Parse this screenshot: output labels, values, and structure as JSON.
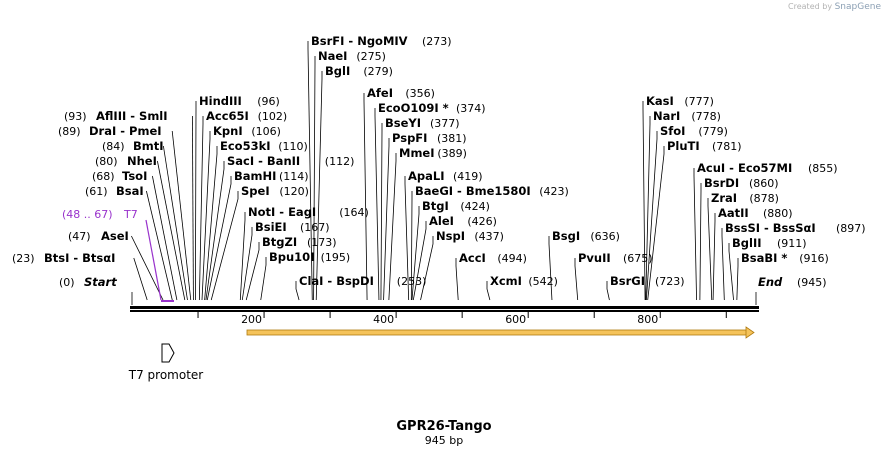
{
  "credit": {
    "prefix": "Created by",
    "brand": "SnapGene"
  },
  "title": "GPR26-Tango",
  "length_label": "945 bp",
  "total_bp": 945,
  "axis_ticks": [
    "200",
    "400",
    "600",
    "800"
  ],
  "promoter_label": "T7 promoter",
  "primer": {
    "pos": "(48 .. 67)",
    "name": "T7",
    "color": "#9933cc"
  },
  "feature_colors": {
    "orf_fill": "#f5c35a",
    "orf_stroke": "#b07a10",
    "primer": "#9933cc"
  },
  "start_label": {
    "pos": "(0)",
    "name": "Start"
  },
  "end_label": {
    "name": "End",
    "pos": "(945)"
  },
  "sites_left": [
    {
      "pos": "(93)",
      "name": "AflIII  - SmlI",
      "bp": 93
    },
    {
      "pos": "(89)",
      "name": "DraI  - PmeI",
      "bp": 89
    },
    {
      "pos": "(84)",
      "name": "BmtI",
      "bp": 84
    },
    {
      "pos": "(80)",
      "name": "NheI",
      "bp": 80
    },
    {
      "pos": "(68)",
      "name": "TsoI",
      "bp": 68
    },
    {
      "pos": "(61)",
      "name": "BsaI",
      "bp": 61
    },
    {
      "pos": "(47)",
      "name": "AseI",
      "bp": 47
    },
    {
      "pos": "(23)",
      "name": "BtsI  - BtsαI",
      "bp": 23
    }
  ],
  "sites_right": [
    {
      "name": "BsrFI  - NgoMIV",
      "pos": "(273)",
      "bp": 273
    },
    {
      "name": "NaeI",
      "pos": "(275)",
      "bp": 275
    },
    {
      "name": "BglI",
      "pos": "(279)",
      "bp": 279
    },
    {
      "name": "HindIII",
      "pos": "(96)",
      "bp": 96
    },
    {
      "name": "Acc65I",
      "pos": "(102)",
      "bp": 102
    },
    {
      "name": "KpnI",
      "pos": "(106)",
      "bp": 106
    },
    {
      "name": "Eco53kI",
      "pos": "(110)",
      "bp": 110
    },
    {
      "name": "SacI  - BanII",
      "pos": "(112)",
      "bp": 112
    },
    {
      "name": "BamHI",
      "pos": "(114)",
      "bp": 114
    },
    {
      "name": "SpeI",
      "pos": "(120)",
      "bp": 120
    },
    {
      "name": "NotI  - EagI",
      "pos": "(164)",
      "bp": 164
    },
    {
      "name": "BsiEI",
      "pos": "(167)",
      "bp": 167
    },
    {
      "name": "BtgZI",
      "pos": "(173)",
      "bp": 173
    },
    {
      "name": "Bpu10I",
      "pos": "(195)",
      "bp": 195
    },
    {
      "name": "ClaI  - BspDI",
      "pos": "(253)",
      "bp": 253
    },
    {
      "name": "AfeI",
      "pos": "(356)",
      "bp": 356
    },
    {
      "name": "EcoO109I *",
      "pos": "(374)",
      "bp": 374
    },
    {
      "name": "BseYI",
      "pos": "(377)",
      "bp": 377
    },
    {
      "name": "PspFI",
      "pos": "(381)",
      "bp": 381
    },
    {
      "name": "MmeI",
      "pos": "(389)",
      "bp": 389
    },
    {
      "name": "ApaLI",
      "pos": "(419)",
      "bp": 419
    },
    {
      "name": "BaeGI  - Bme1580I",
      "pos": "(423)",
      "bp": 423
    },
    {
      "name": "BtgI",
      "pos": "(424)",
      "bp": 424
    },
    {
      "name": "AleI",
      "pos": "(426)",
      "bp": 426
    },
    {
      "name": "NspI",
      "pos": "(437)",
      "bp": 437
    },
    {
      "name": "AccI",
      "pos": "(494)",
      "bp": 494
    },
    {
      "name": "XcmI",
      "pos": "(542)",
      "bp": 542
    },
    {
      "name": "BsgI",
      "pos": "(636)",
      "bp": 636
    },
    {
      "name": "PvuII",
      "pos": "(675)",
      "bp": 675
    },
    {
      "name": "BsrGI",
      "pos": "(723)",
      "bp": 723
    },
    {
      "name": "KasI",
      "pos": "(777)",
      "bp": 777
    },
    {
      "name": "NarI",
      "pos": "(778)",
      "bp": 778
    },
    {
      "name": "SfoI",
      "pos": "(779)",
      "bp": 779
    },
    {
      "name": "PluTI",
      "pos": "(781)",
      "bp": 781
    },
    {
      "name": "AcuI  - Eco57MI",
      "pos": "(855)",
      "bp": 855
    },
    {
      "name": "BsrDI",
      "pos": "(860)",
      "bp": 860
    },
    {
      "name": "ZraI",
      "pos": "(878)",
      "bp": 878
    },
    {
      "name": "AatII",
      "pos": "(880)",
      "bp": 880
    },
    {
      "name": "BssSI  - BssSαI",
      "pos": "(897)",
      "bp": 897
    },
    {
      "name": "BglII",
      "pos": "(911)",
      "bp": 911
    },
    {
      "name": "BsaBI *",
      "pos": "(916)",
      "bp": 916
    }
  ]
}
